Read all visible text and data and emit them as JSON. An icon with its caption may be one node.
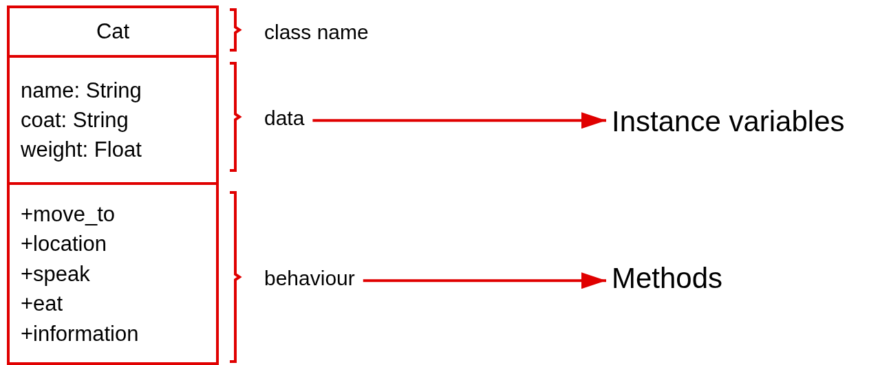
{
  "diagram": {
    "nodes": [
      {
        "text": [
          "Cat"
        ]
      },
      {
        "text": [
          "name: String",
          "coat: String",
          "weight: Float"
        ]
      },
      {
        "text": [
          "+move_to",
          "+location",
          "+speak",
          "+eat",
          "+information"
        ]
      },
      {
        "text": [
          "data"
        ]
      },
      {
        "text": [
          "Instance variables"
        ]
      },
      {
        "text": [
          "behaviour"
        ]
      },
      {
        "text": [
          "Methods"
        ]
      }
    ],
    "edges": [
      {
        "from": 3,
        "to": 4,
        "arrow": "to"
      },
      {
        "from": 5,
        "to": 6,
        "arrow": "to"
      }
    ],
    "labels": [
      "class name"
    ]
  }
}
